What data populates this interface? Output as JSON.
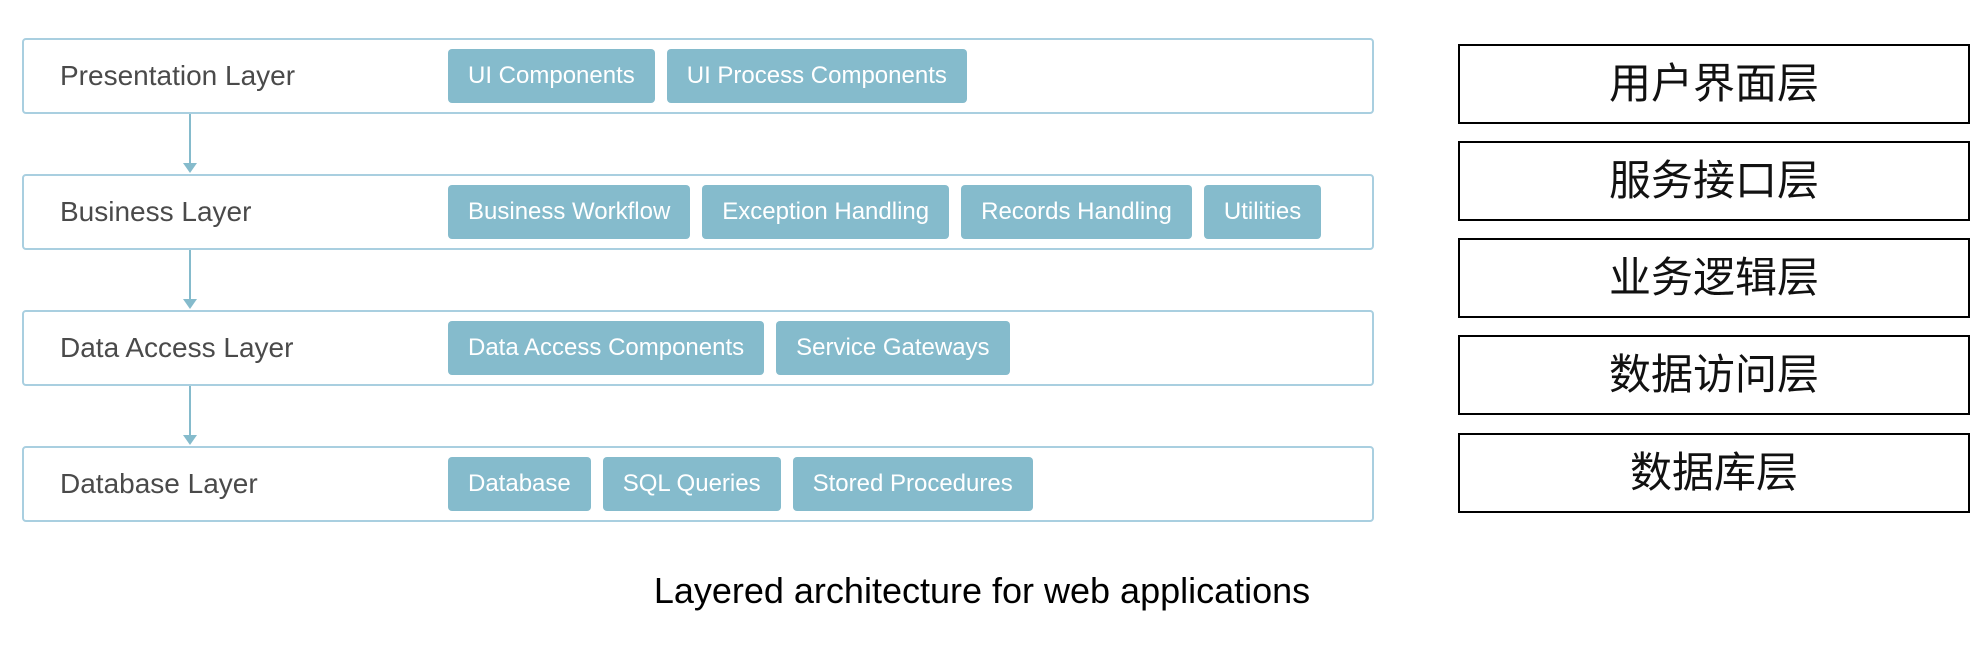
{
  "layers": [
    {
      "title": "Presentation Layer",
      "components": [
        "UI Components",
        "UI Process Components"
      ]
    },
    {
      "title": "Business Layer",
      "components": [
        "Business Workflow",
        "Exception Handling",
        "Records Handling",
        "Utilities"
      ]
    },
    {
      "title": "Data Access Layer",
      "components": [
        "Data Access Components",
        "Service Gateways"
      ]
    },
    {
      "title": "Database Layer",
      "components": [
        "Database",
        "SQL Queries",
        "Stored Procedures"
      ]
    }
  ],
  "chinese_layers": [
    "用户界面层",
    "服务接口层",
    "业务逻辑层",
    "数据访问层",
    "数据库层"
  ],
  "caption": "Layered architecture for web applications",
  "colors": {
    "layer_border": "#a9cfe0",
    "chip_fill": "#85bbcc",
    "chip_text": "#ffffff",
    "layer_title": "#4a4a4a",
    "cn_box_border": "#000000"
  }
}
